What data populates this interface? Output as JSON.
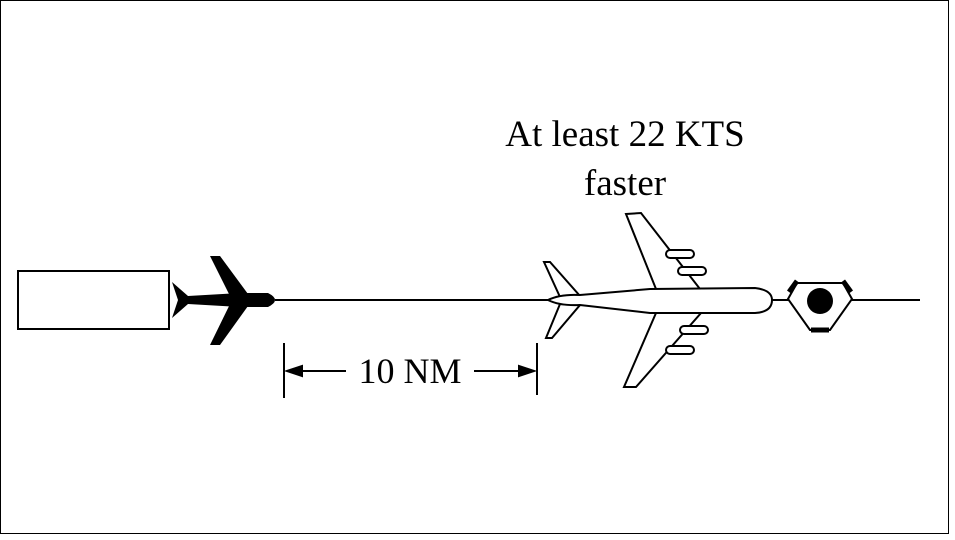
{
  "speed_label": {
    "line1": "At least 22 KTS",
    "line2": "faster"
  },
  "distance_label": "10 NM",
  "colors": {
    "ink": "#000000",
    "background": "#ffffff"
  }
}
